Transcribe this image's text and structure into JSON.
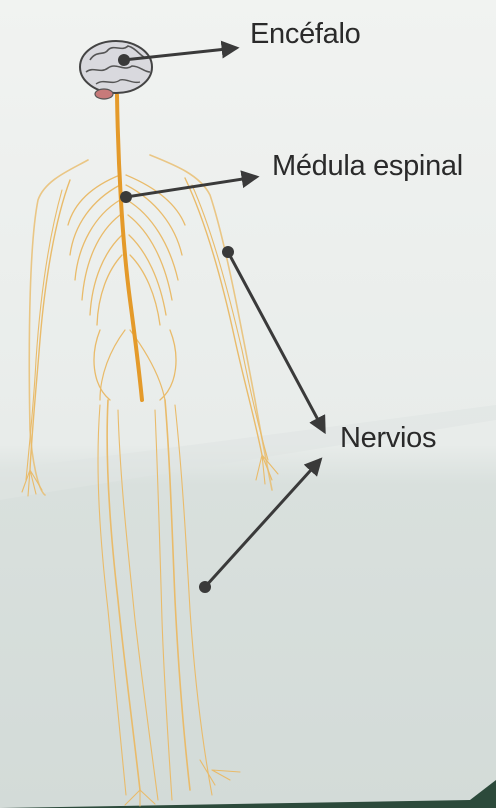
{
  "diagram": {
    "labels": {
      "brain": "Encéfalo",
      "spinal_cord": "Médula espinal",
      "nerves": "Nervios"
    },
    "colors": {
      "paper_top": "#eef0ee",
      "paper_bottom": "#d5dcd9",
      "nerve": "#e2a94a",
      "nerve_light": "#efcf95",
      "spine": "#e49a2a",
      "arrow": "#3a3a3a",
      "background": "#2c4a3b"
    }
  }
}
